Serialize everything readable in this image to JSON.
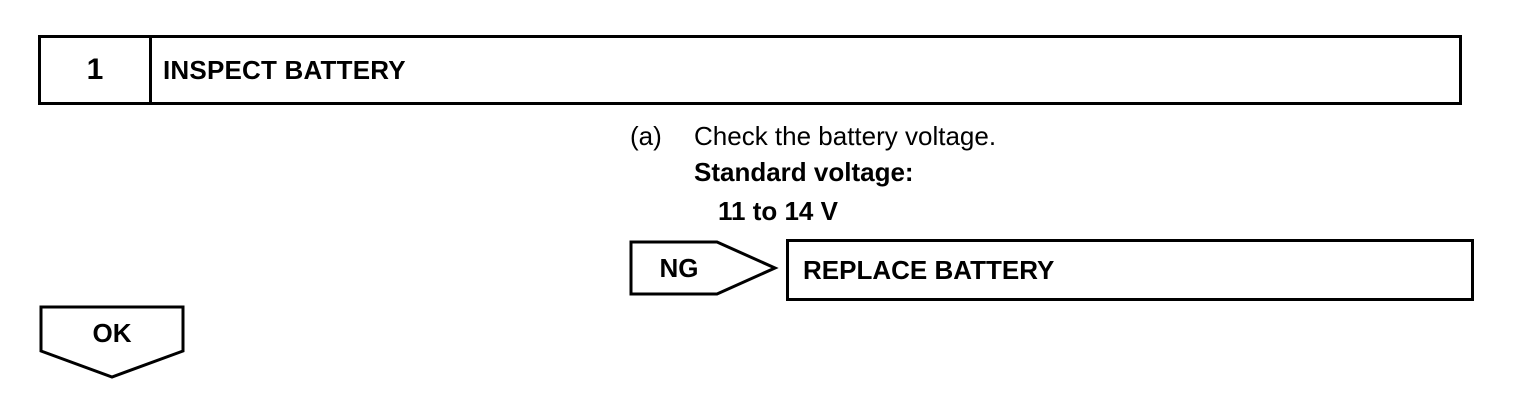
{
  "step": {
    "number": "1",
    "title": "INSPECT BATTERY"
  },
  "instruction": {
    "marker": "(a)",
    "text": "Check the battery voltage.",
    "spec_label": "Standard voltage:",
    "spec_value": "11 to 14 V"
  },
  "ng_branch": {
    "label": "NG",
    "action": "REPLACE BATTERY"
  },
  "ok_branch": {
    "label": "OK"
  }
}
